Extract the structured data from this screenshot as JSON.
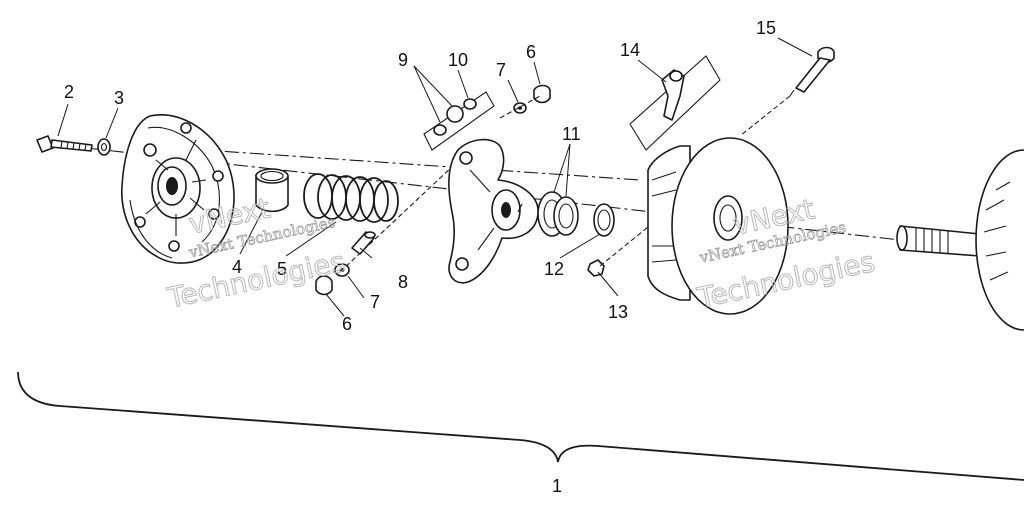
{
  "diagram": {
    "callouts": [
      {
        "id": "c1",
        "label": "1"
      },
      {
        "id": "c2",
        "label": "2"
      },
      {
        "id": "c3",
        "label": "3"
      },
      {
        "id": "c4",
        "label": "4"
      },
      {
        "id": "c5",
        "label": "5"
      },
      {
        "id": "c6a",
        "label": "6"
      },
      {
        "id": "c6b",
        "label": "6"
      },
      {
        "id": "c7a",
        "label": "7"
      },
      {
        "id": "c7b",
        "label": "7"
      },
      {
        "id": "c8",
        "label": "8"
      },
      {
        "id": "c9",
        "label": "9"
      },
      {
        "id": "c10",
        "label": "10"
      },
      {
        "id": "c11",
        "label": "11"
      },
      {
        "id": "c12",
        "label": "12"
      },
      {
        "id": "c13",
        "label": "13"
      },
      {
        "id": "c14",
        "label": "14"
      },
      {
        "id": "c15",
        "label": "15"
      }
    ],
    "watermark": {
      "line1": "vNext Technologies",
      "line2": "Technologies",
      "line3": "vNext"
    }
  }
}
